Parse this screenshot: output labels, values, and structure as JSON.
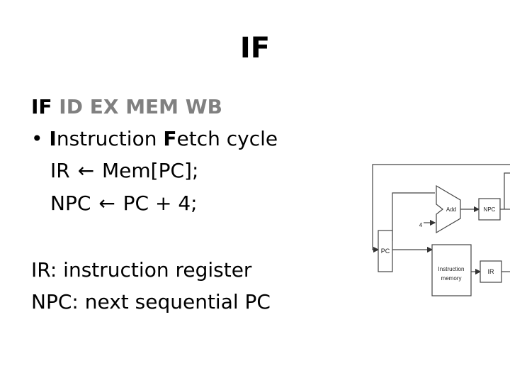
{
  "title": "IF",
  "stages": [
    "IF",
    "ID",
    "EX",
    "MEM",
    "WB"
  ],
  "bullet": {
    "marker": "•",
    "word1_initial": "I",
    "word1_rest": "nstruction ",
    "word2_initial": "F",
    "word2_rest": "etch cycle"
  },
  "ops": {
    "ir_dest": "IR",
    "ir_src": "Mem[PC];",
    "npc_dest": "NPC",
    "npc_src": "PC + 4;",
    "arrow": "←"
  },
  "definitions": [
    "IR: instruction register",
    "NPC: next sequential PC"
  ],
  "diagram": {
    "pc_label": "PC",
    "adder_label": "Add",
    "adder_const": "4",
    "npc_label": "NPC",
    "imem_label_line1": "Instruction",
    "imem_label_line2": "memory",
    "ir_label": "IR"
  }
}
